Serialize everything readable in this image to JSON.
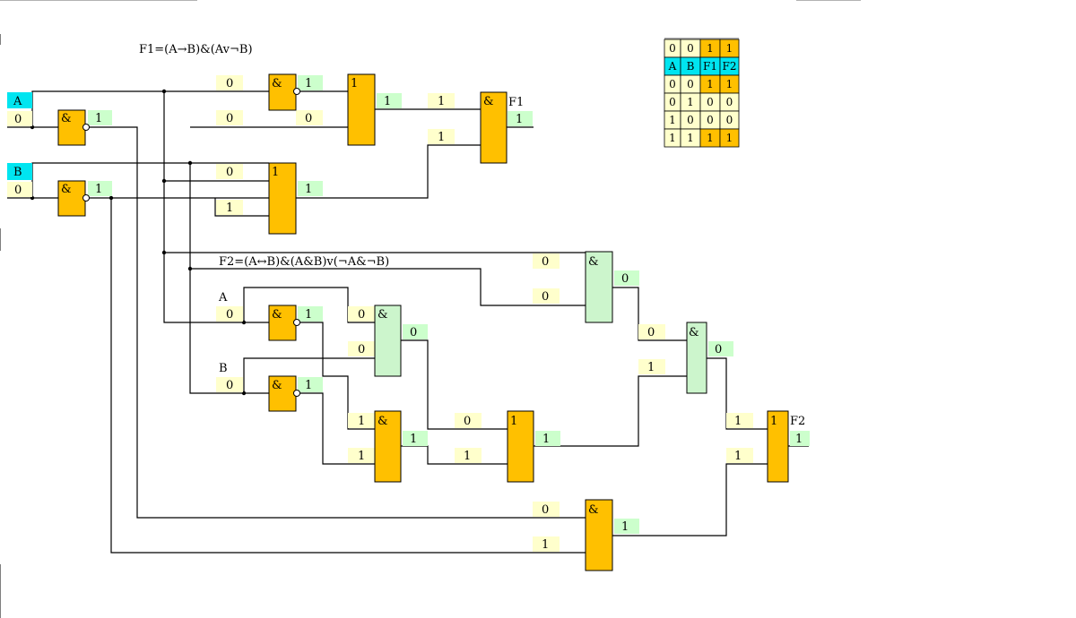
{
  "formula_f1": "F1=(A→B)&(Av¬B)",
  "formula_f2": "F2=(A↔B)&(A&B)v(¬A&¬B)",
  "input_a": {
    "name": "A",
    "value": "0"
  },
  "input_b": {
    "name": "B",
    "value": "0"
  },
  "label_a2": "A",
  "label_b2": "B",
  "output_f1": "F1",
  "output_f2": "F2",
  "gate_labels": {
    "and": "&",
    "or": "1"
  },
  "values": {
    "g1_in": "0",
    "g1_out": "1",
    "g2_in": "0",
    "g2_out": "1",
    "g3_in": "0",
    "g3_out": "1",
    "g3_in2": "0",
    "g4_in": "0",
    "g4_in2": "0",
    "g4_out": "1",
    "g5_in1": "0",
    "g5_in2": "1",
    "g5_out": "1",
    "g6_in1": "1",
    "g6_in2": "1",
    "g6_out": "1",
    "g7_in1": "0",
    "g7_in2": "0",
    "g7_out": "0",
    "g8_in": "0",
    "g8_out": "1",
    "g9_in": "0",
    "g9_out": "1",
    "g10_in1": "0",
    "g10_in2": "0",
    "g10_out": "0",
    "g11_in1": "1",
    "g11_in2": "1",
    "g11_out": "1",
    "g12_in1": "0",
    "g12_in2": "1",
    "g12_out": "1",
    "g13_in1": "0",
    "g13_in2": "1",
    "g13_out": "0",
    "g14_in1": "0",
    "g14_in2": "1",
    "g14_out": "1",
    "g15_in1": "1",
    "g15_in2": "1",
    "g15_out": "1"
  },
  "truth_table": {
    "current": [
      "0",
      "0",
      "1",
      "1"
    ],
    "headers": [
      "A",
      "B",
      "F1",
      "F2"
    ],
    "rows": [
      [
        "0",
        "0",
        "1",
        "1"
      ],
      [
        "0",
        "1",
        "0",
        "0"
      ],
      [
        "1",
        "0",
        "0",
        "0"
      ],
      [
        "1",
        "1",
        "1",
        "1"
      ]
    ]
  },
  "colors": {
    "gate_orange": "#FFC000",
    "gate_green": "#CCF5CC",
    "value_yellow": "#FFFFCC",
    "value_green": "#CCFFCC",
    "input_cyan": "#00E5F0"
  }
}
